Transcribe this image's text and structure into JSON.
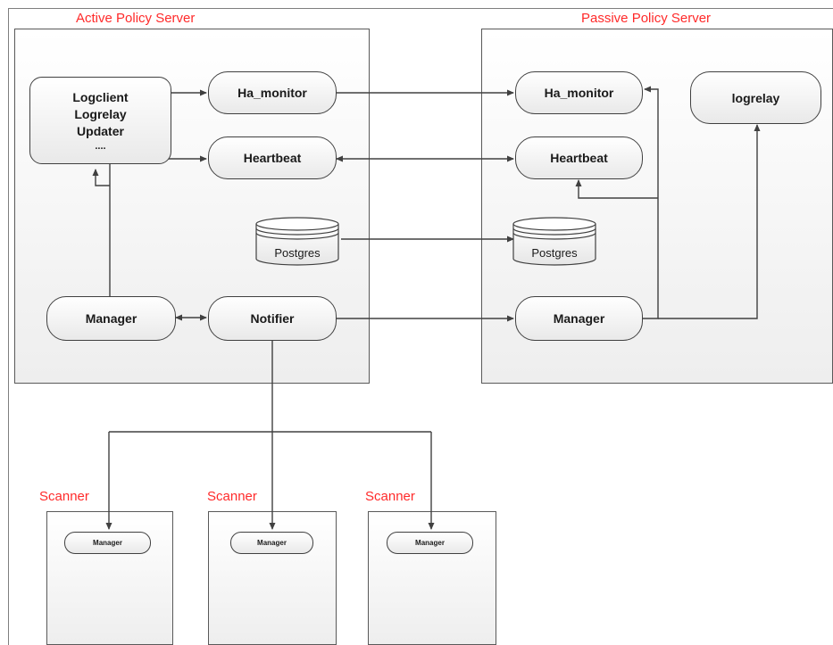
{
  "diagram": {
    "active_server": {
      "label": "Active Policy Server",
      "services_box": [
        "Logclient",
        "Logrelay",
        "Updater",
        "...."
      ],
      "ha_monitor": "Ha_monitor",
      "heartbeat": "Heartbeat",
      "postgres": "Postgres",
      "manager": "Manager",
      "notifier": "Notifier"
    },
    "passive_server": {
      "label": "Passive Policy Server",
      "ha_monitor": "Ha_monitor",
      "logrelay": "logrelay",
      "heartbeat": "Heartbeat",
      "postgres": "Postgres",
      "manager": "Manager"
    },
    "scanners": [
      {
        "label": "Scanner",
        "manager": "Manager"
      },
      {
        "label": "Scanner",
        "manager": "Manager"
      },
      {
        "label": "Scanner",
        "manager": "Manager"
      }
    ],
    "colors": {
      "label": "#ff2a2a",
      "line": "#404040"
    }
  }
}
